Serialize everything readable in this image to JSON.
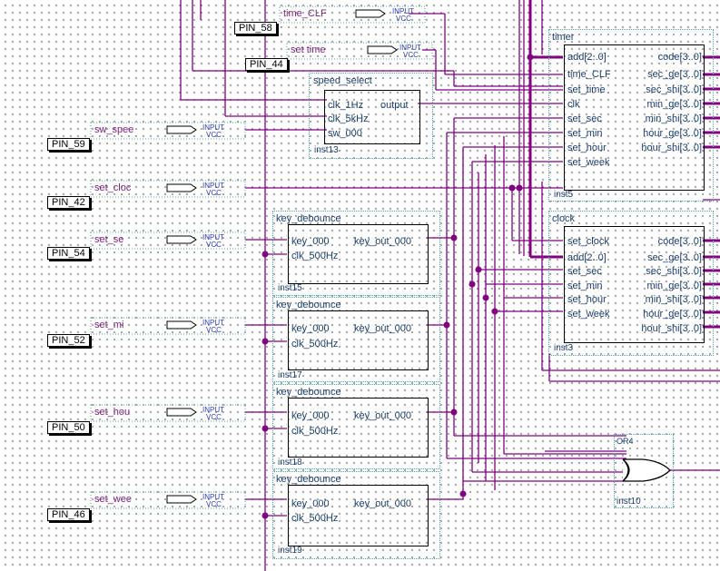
{
  "signals": {
    "time_clr": "time_CLF",
    "set_time": "set time",
    "sw_speed": "sw_spee",
    "set_clock": "set_cloc",
    "set_sec": "set_se",
    "set_min": "set_mi",
    "set_hour": "set_hou",
    "set_week": "set_wee"
  },
  "pins": [
    "PIN_58",
    "PIN_44",
    "PIN_59",
    "PIN_42",
    "PIN_54",
    "PIN_52",
    "PIN_50",
    "PIN_46"
  ],
  "input_symbol": {
    "label": "INPUT",
    "sub": "VCC"
  },
  "speed_select": {
    "title": "speed_select",
    "inputs": [
      "clk_1Hz",
      "clk_5kHz",
      "sw_000"
    ],
    "output": "output",
    "inst": "inst13"
  },
  "timer": {
    "title": "timer",
    "inputs": [
      "add[2..0]",
      "time_CLF",
      "set_time",
      "clk",
      "set_sec",
      "set_min",
      "set_hour",
      "set_week"
    ],
    "outputs": [
      "code[3..0]",
      "sec_ge[3..0]",
      "sec_shi[3..0]",
      "min_ge[3..0]",
      "min_shi[3..0]",
      "hour_ge[3..0]",
      "hour_shi[3..0]"
    ],
    "inst": "inst5"
  },
  "clock": {
    "title": "clock",
    "inputs": [
      "set_clock",
      "add[2..0]",
      "set_sec",
      "set_min",
      "set_hour",
      "set_week"
    ],
    "outputs": [
      "code[3..0]",
      "sec_ge[3..0]",
      "sec_shi[3..0]",
      "min_ge[3..0]",
      "min_shi[3..0]",
      "hour_ge[3..0]",
      "hour_shi[3..0]"
    ],
    "inst": "inst3"
  },
  "debounce": [
    {
      "title": "key_debounce",
      "in1": "key_000",
      "in2": "clk_500Hz",
      "out": "key_out_000",
      "inst": "inst15"
    },
    {
      "title": "key_debounce",
      "in1": "key_000",
      "in2": "clk_500Hz",
      "out": "key_out_000",
      "inst": "inst17"
    },
    {
      "title": "key_debounce",
      "in1": "key_000",
      "in2": "clk_500Hz",
      "out": "key_out_000",
      "inst": "inst18"
    },
    {
      "title": "key_debounce",
      "in1": "key_000",
      "in2": "clk_500Hz",
      "out": "key_out_000",
      "inst": "inst19"
    }
  ],
  "or_gate": {
    "title": "OR4",
    "inst": "inst10"
  },
  "colors": {
    "wire": "#800080",
    "bus": "#800080",
    "port_text": "#1a3d6d",
    "input_text": "#2b3dbb",
    "dots": "#7a7a7a"
  }
}
